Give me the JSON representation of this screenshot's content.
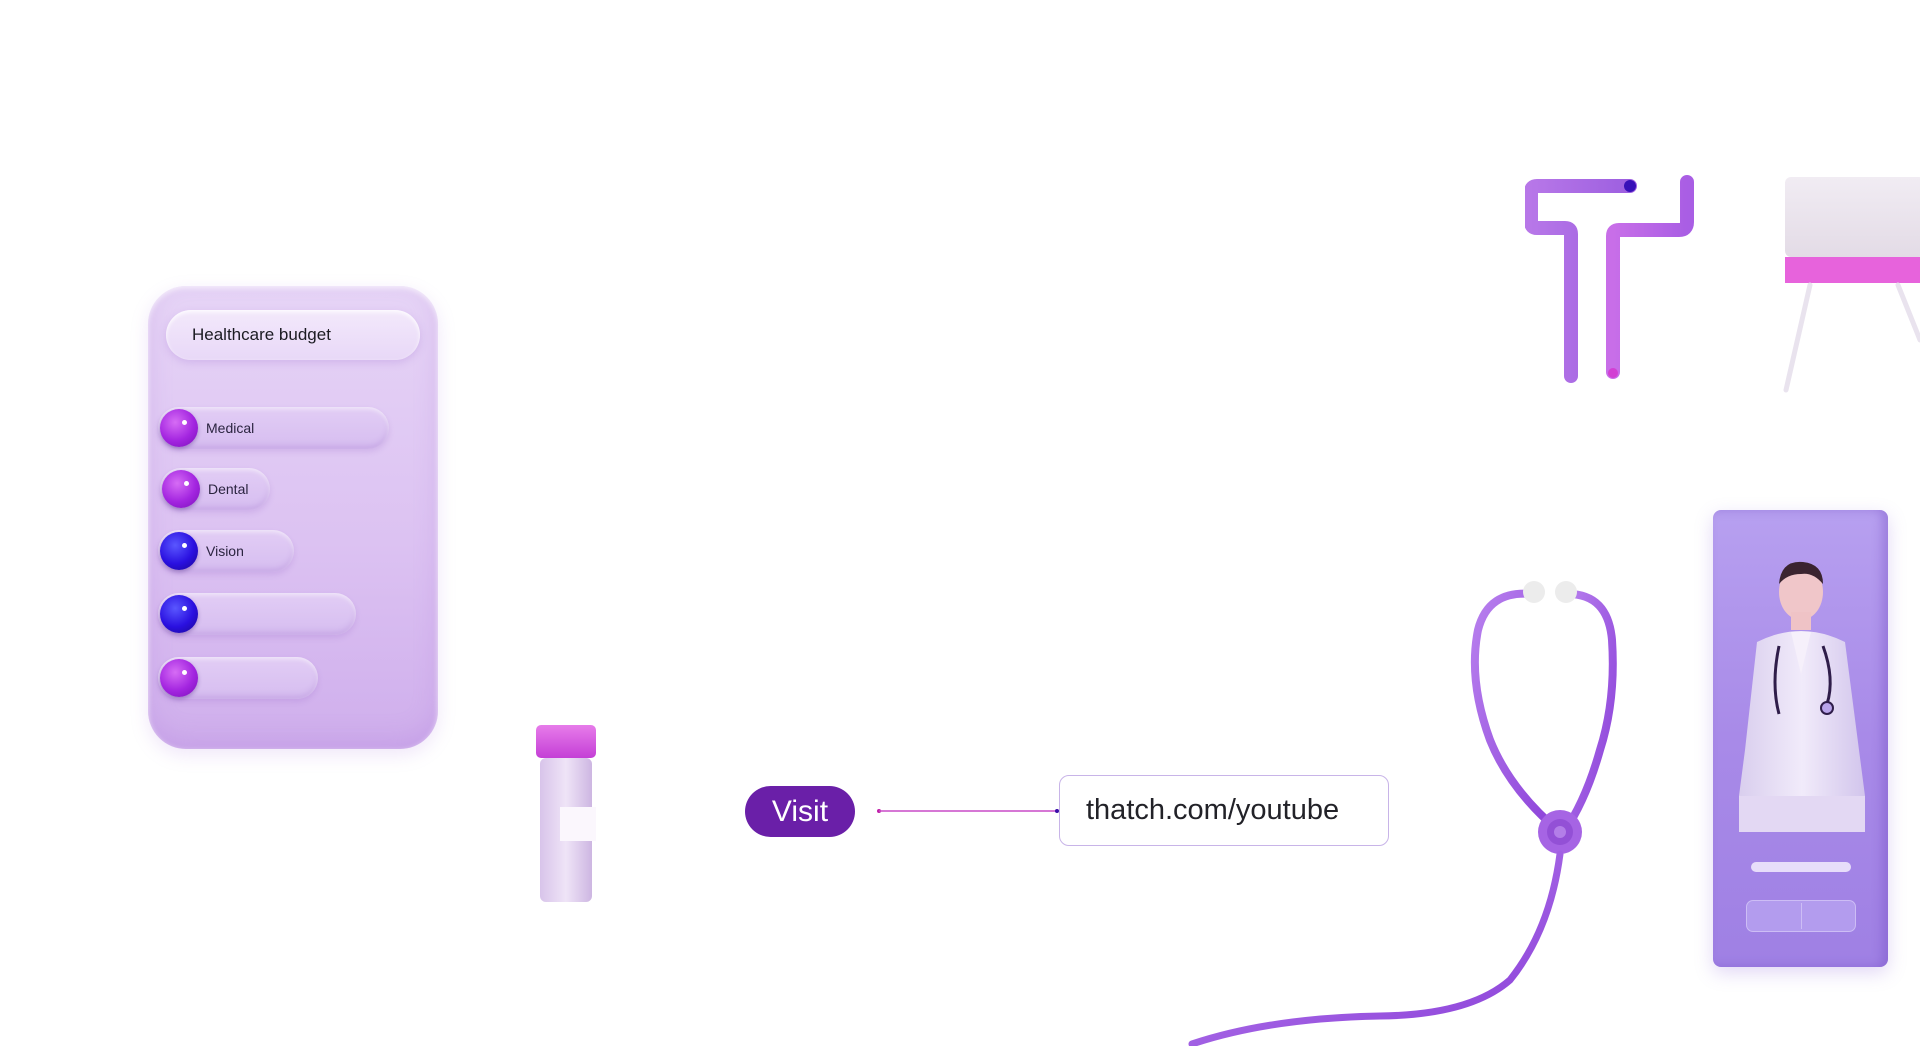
{
  "budget_card": {
    "title": "Healthcare budget",
    "rows": [
      {
        "label": "Medical",
        "knob": "magenta"
      },
      {
        "label": "Dental",
        "knob": "magenta"
      },
      {
        "label": "Vision",
        "knob": "blue"
      },
      {
        "label": "",
        "knob": "blue"
      },
      {
        "label": "",
        "knob": "magenta"
      }
    ]
  },
  "cta": {
    "visit_label": "Visit",
    "url": "thatch.com/youtube"
  },
  "illustrations": {
    "vial": "specimen-vial",
    "doctor": "doctor-card",
    "stethoscope": "stethoscope",
    "chair": "exam-chair",
    "tube": "purple-tube-figure"
  },
  "colors": {
    "accent": "#6a1fa8",
    "magenta": "#c23fe8",
    "blue": "#2a10e0",
    "card": "#dcc2f2"
  }
}
